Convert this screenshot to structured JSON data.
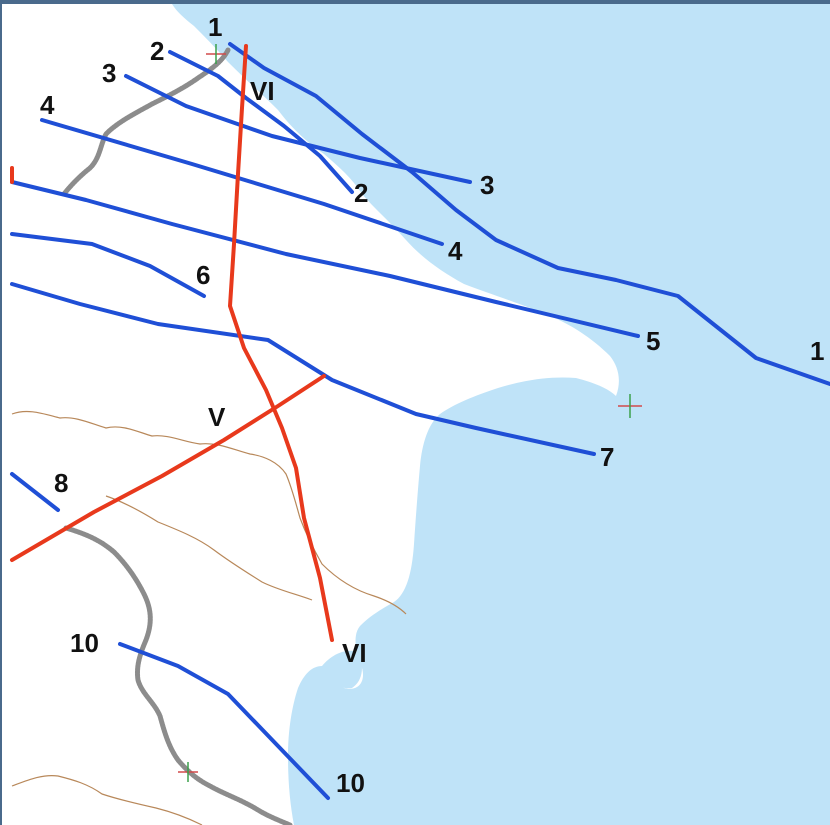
{
  "colors": {
    "sea": "#bfe3f8",
    "land": "#ffffff",
    "profile_line": "#1f4fd6",
    "section_line": "#e8391c",
    "border": "#8c8c8c",
    "river": "#b8885a",
    "frame": "#4a6a8c"
  },
  "labels": {
    "p1_start": "1",
    "p1_end": "1",
    "p2_start": "2",
    "p2_end": "2",
    "p3_start": "3",
    "p3_end": "3",
    "p4_start": "4",
    "p4_end": "4",
    "p5_end": "5",
    "p6_end": "6",
    "p7_end": "7",
    "p8_end": "8",
    "p10_start": "10",
    "p10_end": "10",
    "sec_vi_top": "VI",
    "sec_vi_bottom": "VI",
    "sec_v": "V"
  }
}
